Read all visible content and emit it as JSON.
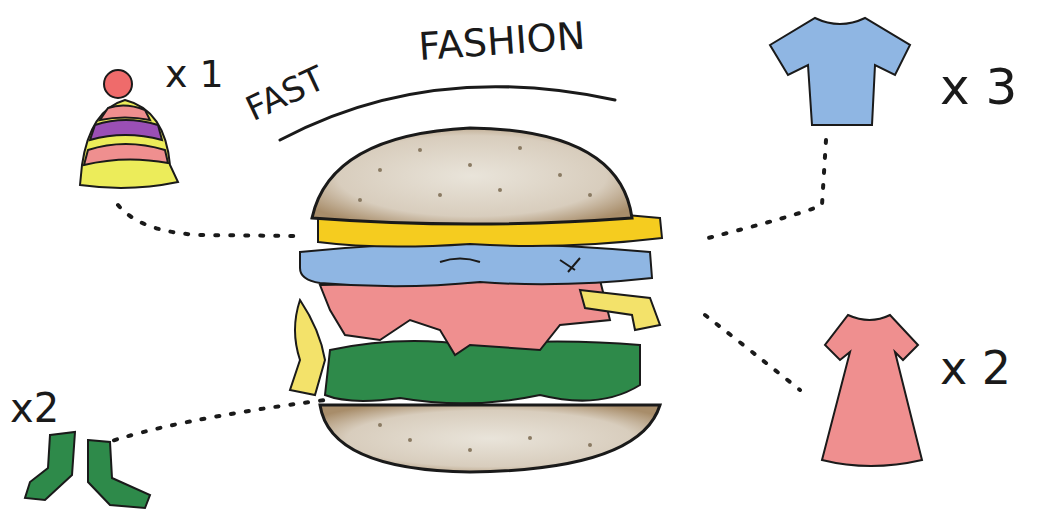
{
  "diagram": {
    "labels": [
      "FAST",
      "FASHION",
      "x 1",
      "x 3",
      "x 2",
      "x2"
    ]
  }
}
